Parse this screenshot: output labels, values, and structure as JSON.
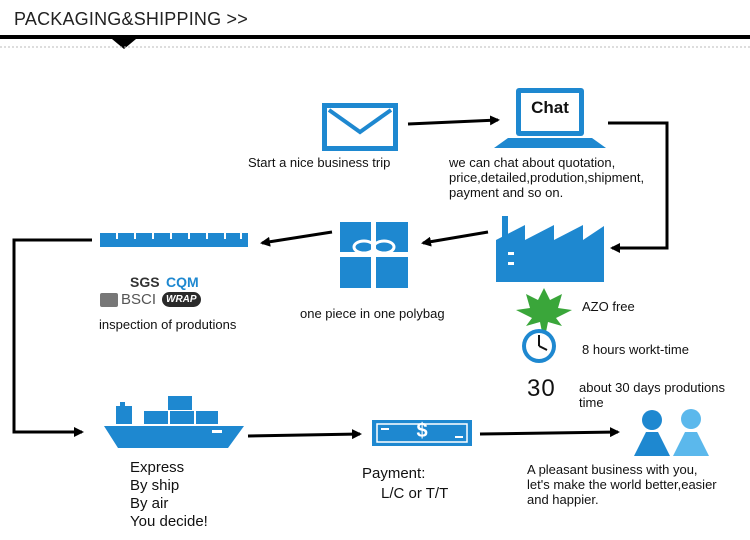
{
  "header": {
    "title": "PACKAGING&SHIPPING",
    "arrows": ">>"
  },
  "icons": {
    "envelope": "envelope-icon",
    "laptop": "laptop-chat-icon",
    "factory": "factory-icon",
    "gift": "gift-box-icon",
    "ruler": "ruler-icon",
    "ship": "cargo-ship-icon",
    "payment": "banknote-icon",
    "people": "people-icon",
    "leaf": "leaf-icon",
    "clock": "clock-icon"
  },
  "colors": {
    "accent": "#1e88d0",
    "light_accent": "#5bb8ec",
    "leaf": "#3aa63a",
    "line": "#000000"
  },
  "steps": {
    "start": {
      "label": "Start a nice business trip"
    },
    "chat": {
      "icon_text": "Chat",
      "lines": [
        "we can chat about quotation,",
        "price,detailed,prodution,shipment,",
        "payment and so on."
      ]
    },
    "factory": {
      "features": [
        {
          "text": "AZO free"
        },
        {
          "text": "8 hours workt-time"
        },
        {
          "number": "30",
          "lines": [
            "about 30 days produtions",
            "time"
          ]
        }
      ]
    },
    "packing": {
      "label": "one piece in one polybag"
    },
    "inspection": {
      "certs": [
        "SGS",
        "CQM",
        "BSCI",
        "WRAP"
      ],
      "label": "inspection of produtions"
    },
    "shipping": {
      "lines": [
        "Express",
        "By ship",
        "By air",
        "You decide!"
      ]
    },
    "payment": {
      "title": "Payment:",
      "methods": "L/C or T/T",
      "symbol": "$"
    },
    "end": {
      "lines": [
        "A pleasant business with you,",
        "let's make the world better,easier",
        "and happier."
      ]
    }
  }
}
